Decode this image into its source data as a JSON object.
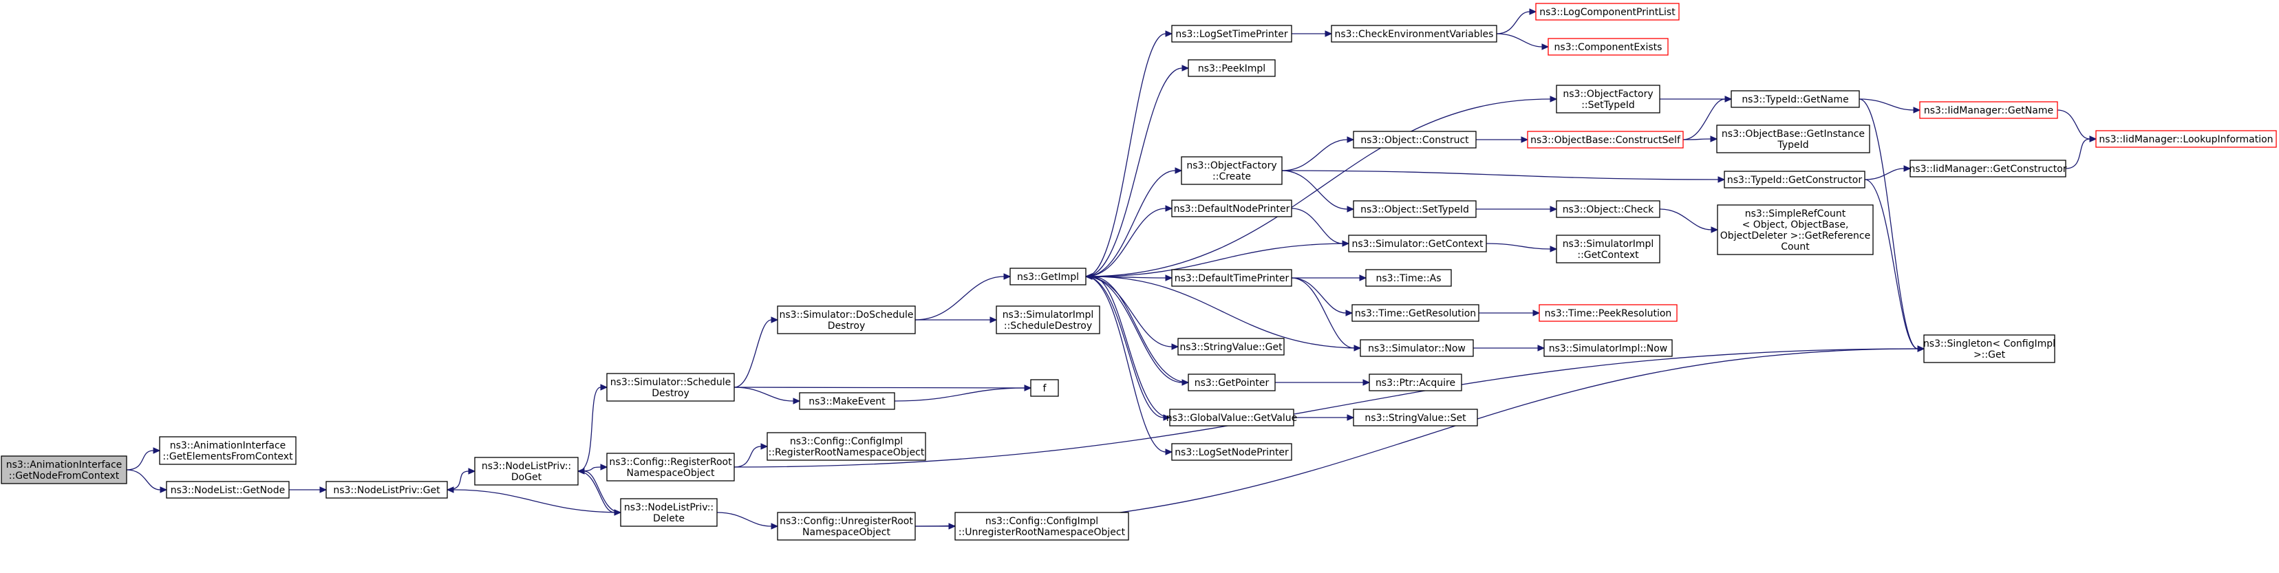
{
  "colors": {
    "edge": "#191970",
    "node_border": "#000000",
    "node_border_unresolved": "#ff0000",
    "root_fill": "#bfbfbf"
  },
  "nodes": [
    {
      "id": "root",
      "lines": [
        "ns3::AnimationInterface",
        "::GetNodeFromContext"
      ],
      "style": "root"
    },
    {
      "id": "getElements",
      "lines": [
        "ns3::AnimationInterface",
        "::GetElementsFromContext"
      ]
    },
    {
      "id": "nodeListGetNode",
      "lines": [
        "ns3::NodeList::GetNode"
      ]
    },
    {
      "id": "nlpGet",
      "lines": [
        "ns3::NodeListPriv::Get"
      ]
    },
    {
      "id": "nlpDoGet",
      "lines": [
        "ns3::NodeListPriv::",
        "DoGet"
      ]
    },
    {
      "id": "simSchedDestroy",
      "lines": [
        "ns3::Simulator::Schedule",
        "Destroy"
      ]
    },
    {
      "id": "cfgRegRoot",
      "lines": [
        "ns3::Config::RegisterRoot",
        "NamespaceObject"
      ]
    },
    {
      "id": "nlpDelete",
      "lines": [
        "ns3::NodeListPriv::",
        "Delete"
      ]
    },
    {
      "id": "simDoSchedDestroy",
      "lines": [
        "ns3::Simulator::DoSchedule",
        "Destroy"
      ]
    },
    {
      "id": "makeEvent",
      "lines": [
        "ns3::MakeEvent"
      ]
    },
    {
      "id": "f",
      "lines": [
        "f"
      ]
    },
    {
      "id": "cfgImplReg",
      "lines": [
        "ns3::Config::ConfigImpl",
        "::RegisterRootNamespaceObject"
      ]
    },
    {
      "id": "cfgUnregRoot",
      "lines": [
        "ns3::Config::UnregisterRoot",
        "NamespaceObject"
      ]
    },
    {
      "id": "cfgImplUnreg",
      "lines": [
        "ns3::Config::ConfigImpl",
        "::UnregisterRootNamespaceObject"
      ]
    },
    {
      "id": "getImpl",
      "lines": [
        "ns3::GetImpl"
      ]
    },
    {
      "id": "simImplSchedDestroy",
      "lines": [
        "ns3::SimulatorImpl",
        "::ScheduleDestroy"
      ]
    },
    {
      "id": "logSetTimePrinter",
      "lines": [
        "ns3::LogSetTimePrinter"
      ]
    },
    {
      "id": "peekImpl",
      "lines": [
        "ns3::PeekImpl"
      ]
    },
    {
      "id": "objFactCreate",
      "lines": [
        "ns3::ObjectFactory",
        "::Create"
      ]
    },
    {
      "id": "defaultNodePrinter",
      "lines": [
        "ns3::DefaultNodePrinter"
      ]
    },
    {
      "id": "defaultTimePrinter",
      "lines": [
        "ns3::DefaultTimePrinter"
      ]
    },
    {
      "id": "stringValueGet",
      "lines": [
        "ns3::StringValue::Get"
      ]
    },
    {
      "id": "getPointer",
      "lines": [
        "ns3::GetPointer"
      ]
    },
    {
      "id": "globalValueGetValue",
      "lines": [
        "ns3::GlobalValue::GetValue"
      ]
    },
    {
      "id": "logSetNodePrinter",
      "lines": [
        "ns3::LogSetNodePrinter"
      ]
    },
    {
      "id": "checkEnvVars",
      "lines": [
        "ns3::CheckEnvironmentVariables"
      ]
    },
    {
      "id": "logComponentPrintList",
      "lines": [
        "ns3::LogComponentPrintList"
      ],
      "style": "red"
    },
    {
      "id": "componentExists",
      "lines": [
        "ns3::ComponentExists"
      ],
      "style": "red"
    },
    {
      "id": "objFactSetTypeId",
      "lines": [
        "ns3::ObjectFactory",
        "::SetTypeId"
      ]
    },
    {
      "id": "objectConstruct",
      "lines": [
        "ns3::Object::Construct"
      ]
    },
    {
      "id": "objectSetTypeId",
      "lines": [
        "ns3::Object::SetTypeId"
      ]
    },
    {
      "id": "simGetContext",
      "lines": [
        "ns3::Simulator::GetContext"
      ]
    },
    {
      "id": "timeAs",
      "lines": [
        "ns3::Time::As"
      ]
    },
    {
      "id": "timeGetResolution",
      "lines": [
        "ns3::Time::GetResolution"
      ]
    },
    {
      "id": "simNow",
      "lines": [
        "ns3::Simulator::Now"
      ]
    },
    {
      "id": "ptrAcquire",
      "lines": [
        "ns3::Ptr::Acquire"
      ]
    },
    {
      "id": "stringValueSet",
      "lines": [
        "ns3::StringValue::Set"
      ]
    },
    {
      "id": "objBaseConstructSelf",
      "lines": [
        "ns3::ObjectBase::ConstructSelf"
      ],
      "style": "red"
    },
    {
      "id": "objectCheck",
      "lines": [
        "ns3::Object::Check"
      ]
    },
    {
      "id": "simImplGetContext",
      "lines": [
        "ns3::SimulatorImpl",
        "::GetContext"
      ]
    },
    {
      "id": "timePeekResolution",
      "lines": [
        "ns3::Time::PeekResolution"
      ],
      "style": "red"
    },
    {
      "id": "simImplNow",
      "lines": [
        "ns3::SimulatorImpl::Now"
      ]
    },
    {
      "id": "typeIdGetName",
      "lines": [
        "ns3::TypeId::GetName"
      ]
    },
    {
      "id": "objBaseGetInstanceTypeId",
      "lines": [
        "ns3::ObjectBase::GetInstance",
        "TypeId"
      ]
    },
    {
      "id": "typeIdGetConstructor",
      "lines": [
        "ns3::TypeId::GetConstructor"
      ]
    },
    {
      "id": "simpleRefCount",
      "lines": [
        "ns3::SimpleRefCount",
        "< Object, ObjectBase,",
        "ObjectDeleter >::GetReference",
        "Count"
      ]
    },
    {
      "id": "singletonGet",
      "lines": [
        "ns3::Singleton< ConfigImpl",
        " >::Get"
      ]
    },
    {
      "id": "iidGetName",
      "lines": [
        "ns3::IidManager::GetName"
      ],
      "style": "red"
    },
    {
      "id": "iidGetConstructor",
      "lines": [
        "ns3::IidManager::GetConstructor"
      ]
    },
    {
      "id": "iidLookup",
      "lines": [
        "ns3::IidManager::LookupInformation"
      ],
      "style": "red"
    }
  ],
  "edges": [
    [
      "root",
      "getElements"
    ],
    [
      "root",
      "nodeListGetNode"
    ],
    [
      "nodeListGetNode",
      "nlpGet"
    ],
    [
      "nlpGet",
      "nlpDoGet"
    ],
    [
      "nlpDoGet",
      "simSchedDestroy"
    ],
    [
      "nlpDoGet",
      "cfgRegRoot"
    ],
    [
      "nlpDoGet",
      "nlpDelete"
    ],
    [
      "nlpDelete",
      "nlpDoGet"
    ],
    [
      "nlpDelete",
      "nlpGet"
    ],
    [
      "nlpDelete",
      "cfgUnregRoot"
    ],
    [
      "simSchedDestroy",
      "simDoSchedDestroy"
    ],
    [
      "simSchedDestroy",
      "makeEvent"
    ],
    [
      "simSchedDestroy",
      "f"
    ],
    [
      "makeEvent",
      "f"
    ],
    [
      "cfgRegRoot",
      "cfgImplReg"
    ],
    [
      "cfgRegRoot",
      "singletonGet"
    ],
    [
      "cfgUnregRoot",
      "cfgImplUnreg"
    ],
    [
      "cfgUnregRoot",
      "singletonGet"
    ],
    [
      "simDoSchedDestroy",
      "getImpl"
    ],
    [
      "simDoSchedDestroy",
      "simImplSchedDestroy"
    ],
    [
      "getImpl",
      "logSetTimePrinter"
    ],
    [
      "getImpl",
      "peekImpl"
    ],
    [
      "getImpl",
      "objFactSetTypeId"
    ],
    [
      "getImpl",
      "objFactCreate"
    ],
    [
      "getImpl",
      "defaultNodePrinter"
    ],
    [
      "getImpl",
      "defaultTimePrinter"
    ],
    [
      "getImpl",
      "stringValueGet"
    ],
    [
      "getImpl",
      "getPointer"
    ],
    [
      "getImpl",
      "globalValueGetValue"
    ],
    [
      "getImpl",
      "logSetNodePrinter"
    ],
    [
      "logSetTimePrinter",
      "checkEnvVars"
    ],
    [
      "checkEnvVars",
      "logComponentPrintList"
    ],
    [
      "checkEnvVars",
      "componentExists"
    ],
    [
      "objFactSetTypeId",
      "typeIdGetName"
    ],
    [
      "objFactCreate",
      "objectConstruct"
    ],
    [
      "objFactCreate",
      "objectSetTypeId"
    ],
    [
      "objFactCreate",
      "typeIdGetConstructor"
    ],
    [
      "defaultNodePrinter",
      "simGetContext"
    ],
    [
      "simGetContext",
      "getImpl"
    ],
    [
      "simGetContext",
      "simImplGetContext"
    ],
    [
      "defaultTimePrinter",
      "timeAs"
    ],
    [
      "defaultTimePrinter",
      "timeGetResolution"
    ],
    [
      "defaultTimePrinter",
      "simNow"
    ],
    [
      "simNow",
      "getImpl"
    ],
    [
      "simNow",
      "simImplNow"
    ],
    [
      "timeGetResolution",
      "timePeekResolution"
    ],
    [
      "getPointer",
      "getImpl"
    ],
    [
      "getPointer",
      "ptrAcquire"
    ],
    [
      "globalValueGetValue",
      "getImpl"
    ],
    [
      "globalValueGetValue",
      "stringValueSet"
    ],
    [
      "objectConstruct",
      "objBaseConstructSelf"
    ],
    [
      "objBaseConstructSelf",
      "typeIdGetName"
    ],
    [
      "objBaseConstructSelf",
      "objBaseGetInstanceTypeId"
    ],
    [
      "objectSetTypeId",
      "objectCheck"
    ],
    [
      "objectCheck",
      "simpleRefCount"
    ],
    [
      "typeIdGetName",
      "iidGetName"
    ],
    [
      "typeIdGetName",
      "singletonGet"
    ],
    [
      "typeIdGetConstructor",
      "iidGetConstructor"
    ],
    [
      "typeIdGetConstructor",
      "singletonGet"
    ],
    [
      "iidGetName",
      "iidLookup"
    ],
    [
      "iidGetConstructor",
      "iidLookup"
    ]
  ]
}
